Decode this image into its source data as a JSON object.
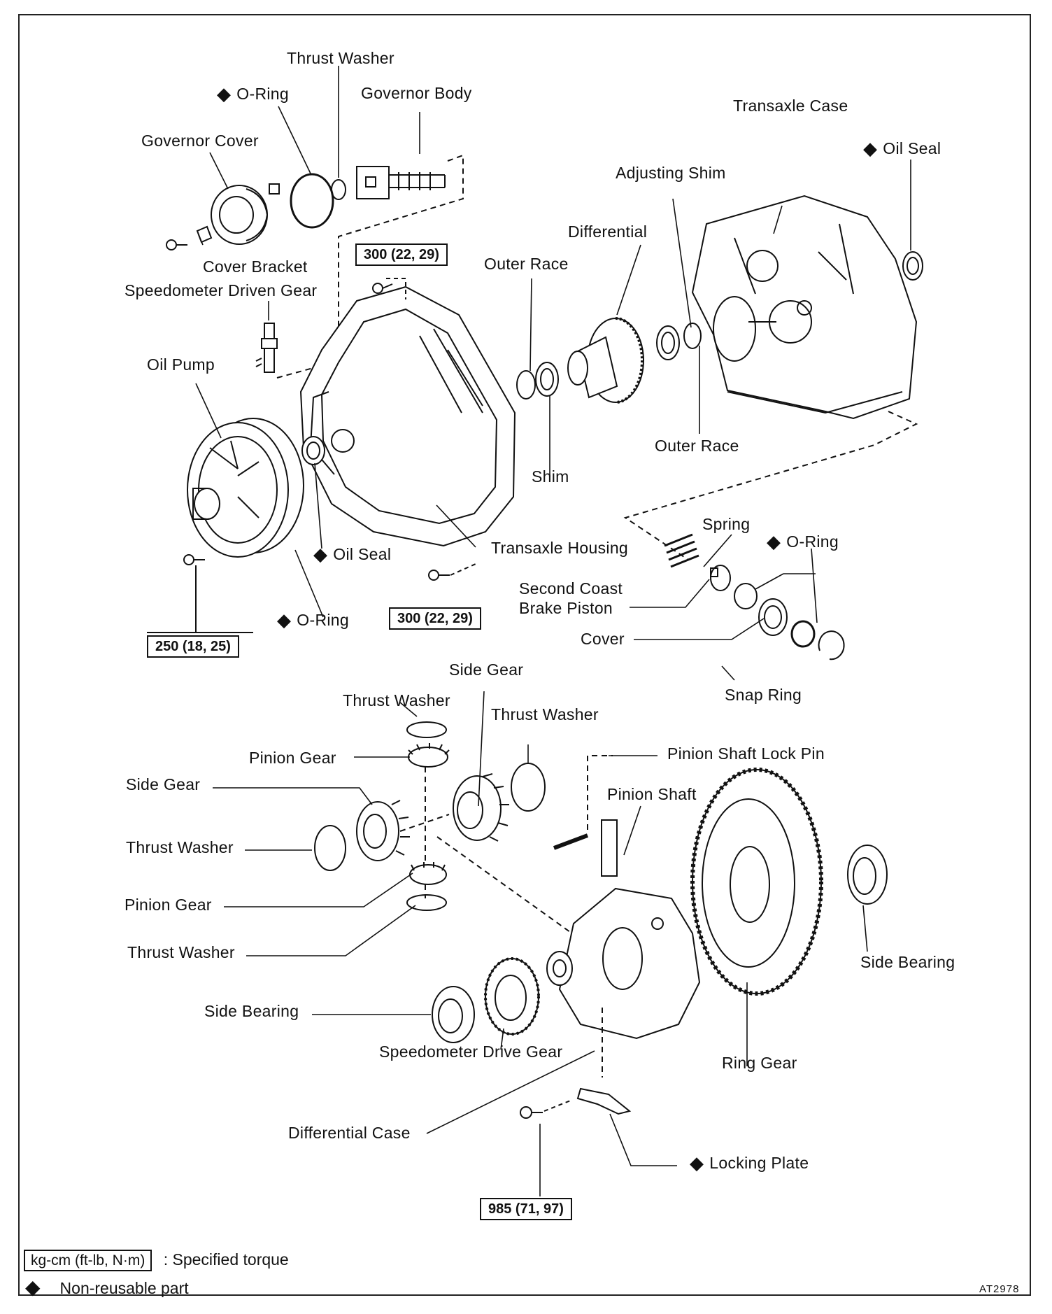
{
  "labels": {
    "thrust_washer_top": "Thrust Washer",
    "o_ring_top": "O-Ring",
    "governor_body": "Governor Body",
    "governor_cover": "Governor Cover",
    "cover_bracket": "Cover Bracket",
    "speedometer_driven_gear": "Speedometer Driven Gear",
    "oil_pump": "Oil Pump",
    "oil_seal_mid": "Oil Seal",
    "o_ring_pump": "O-Ring",
    "transaxle_housing": "Transaxle Housing",
    "outer_race_top": "Outer Race",
    "shim": "Shim",
    "differential": "Differential",
    "adjusting_shim": "Adjusting Shim",
    "outer_race_bottom": "Outer Race",
    "transaxle_case": "Transaxle Case",
    "oil_seal_case": "Oil Seal",
    "spring": "Spring",
    "o_ring_brake": "O-Ring",
    "second_coast_brake_piston_1": "Second Coast",
    "second_coast_brake_piston_2": "Brake Piston",
    "cover": "Cover",
    "snap_ring": "Snap Ring",
    "side_gear_top": "Side Gear",
    "thrust_washer_a": "Thrust Washer",
    "thrust_washer_b": "Thrust Washer",
    "pinion_gear_top": "Pinion Gear",
    "side_gear_left": "Side Gear",
    "thrust_washer_c": "Thrust Washer",
    "pinion_gear_bottom": "Pinion Gear",
    "thrust_washer_d": "Thrust Washer",
    "pinion_shaft_lock_pin": "Pinion Shaft Lock Pin",
    "pinion_shaft": "Pinion Shaft",
    "side_bearing_left": "Side Bearing",
    "speedometer_drive_gear": "Speedometer Drive Gear",
    "differential_case": "Differential Case",
    "ring_gear": "Ring Gear",
    "side_bearing_right": "Side Bearing",
    "locking_plate": "Locking Plate"
  },
  "torques": {
    "housing_top": "300 (22, 29)",
    "housing_bottom": "300 (22, 29)",
    "oil_pump": "250 (18, 25)",
    "diff_case": "985 (71, 97)"
  },
  "legend": {
    "torque_box": "kg-cm (ft-lb, N·m)",
    "torque_desc": ": Specified torque",
    "nonreusable_desc": "Non-reusable part"
  },
  "figure_code": "AT2978"
}
